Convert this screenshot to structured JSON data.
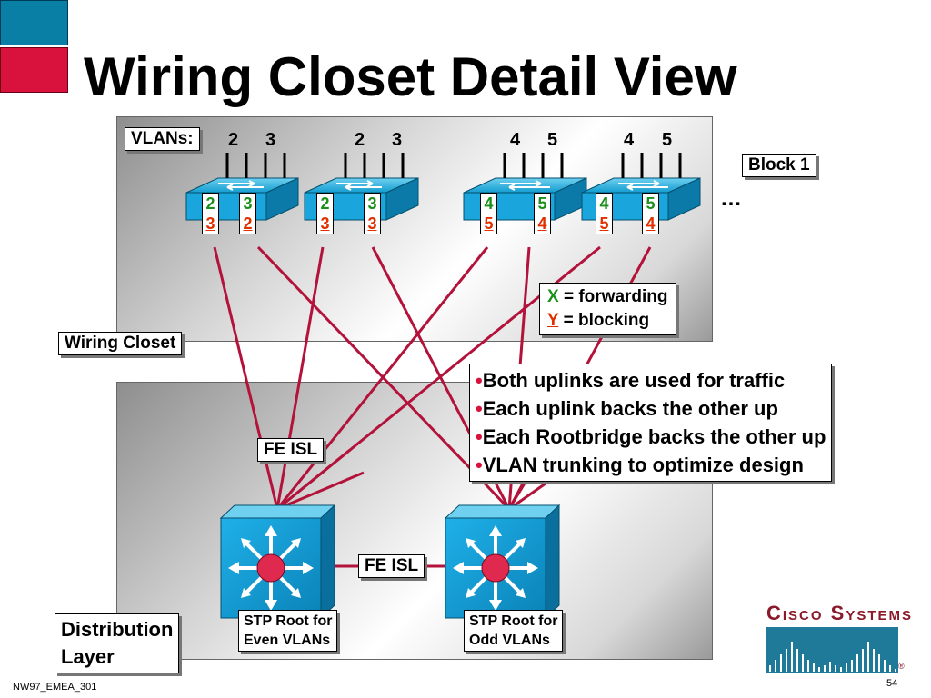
{
  "title": "Wiring Closet Detail View",
  "colors": {
    "accent_blue": "#0a7fa6",
    "accent_red": "#d8123c",
    "uplink": "#b3123a",
    "forward_green": "#1a8f1a",
    "block_red": "#e03000"
  },
  "vlans_label": "VLANs:",
  "block_label": "Block 1",
  "ellipsis": "…",
  "switches": [
    {
      "vlan_a": "2",
      "vlan_b": "3",
      "ports": [
        {
          "fwd": "2",
          "blk": "3"
        },
        {
          "fwd": "3",
          "blk": "2"
        }
      ]
    },
    {
      "vlan_a": "2",
      "vlan_b": "3",
      "ports": [
        {
          "fwd": "2",
          "blk": "3"
        },
        {
          "fwd": "3",
          "blk": "3"
        }
      ]
    },
    {
      "vlan_a": "4",
      "vlan_b": "5",
      "ports": [
        {
          "fwd": "4",
          "blk": "5"
        },
        {
          "fwd": "5",
          "blk": "4"
        }
      ]
    },
    {
      "vlan_a": "4",
      "vlan_b": "5",
      "ports": [
        {
          "fwd": "4",
          "blk": "5"
        },
        {
          "fwd": "5",
          "blk": "4"
        }
      ]
    }
  ],
  "legend": {
    "x": "X",
    "x_text": " = forwarding",
    "y": "Y",
    "y_text": " = blocking"
  },
  "wiring_closet_label": "Wiring Closet",
  "bullets": [
    "Both uplinks are used for traffic",
    "Each uplink backs the other up",
    "Each Rootbridge backs the other up",
    "VLAN trunking to optimize design"
  ],
  "bullet_char": "•",
  "fe_isl_upper": "FE ISL",
  "fe_isl_lower": "FE ISL",
  "stp_even": {
    "line1": "STP Root for",
    "line2": "Even VLANs"
  },
  "stp_odd": {
    "line1": "STP Root for",
    "line2": "Odd VLANs"
  },
  "distribution": {
    "line1": "Distribution",
    "line2": "Layer"
  },
  "logo": {
    "text": "Cisco Systems",
    "registered": "®"
  },
  "footer_left": "NW97_EMEA_301",
  "page_number": "54"
}
